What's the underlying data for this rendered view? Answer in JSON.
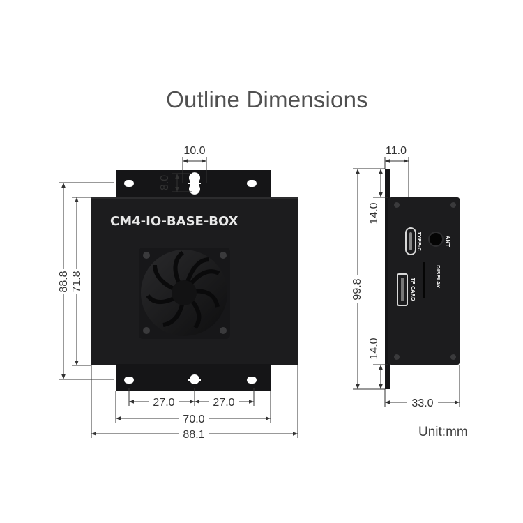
{
  "title": "Outline Dimensions",
  "unit": "Unit:mm",
  "device_label": "CM4-IO-BASE-BOX",
  "port_labels": {
    "antenna": "ANT",
    "type_c": "TYPE-C",
    "display": "DISPLAY",
    "tf_card": "TF CARD"
  },
  "front_view": {
    "mount_hole_width": "10.0",
    "mount_hole_height": "8.0",
    "outer_height": "88.8",
    "body_height": "71.8",
    "hole_spacing_left": "27.0",
    "hole_spacing_right": "27.0",
    "flange_width": "70.0",
    "total_width": "88.1"
  },
  "side_view": {
    "flange_thickness": "11.0",
    "top_offset": "14.0",
    "total_height": "99.8",
    "bottom_offset": "14.0",
    "depth": "33.0"
  },
  "colors": {
    "case": "#1b1b1d",
    "bracket": "#161618",
    "dimension_line": "#333333",
    "title": "#505050"
  }
}
